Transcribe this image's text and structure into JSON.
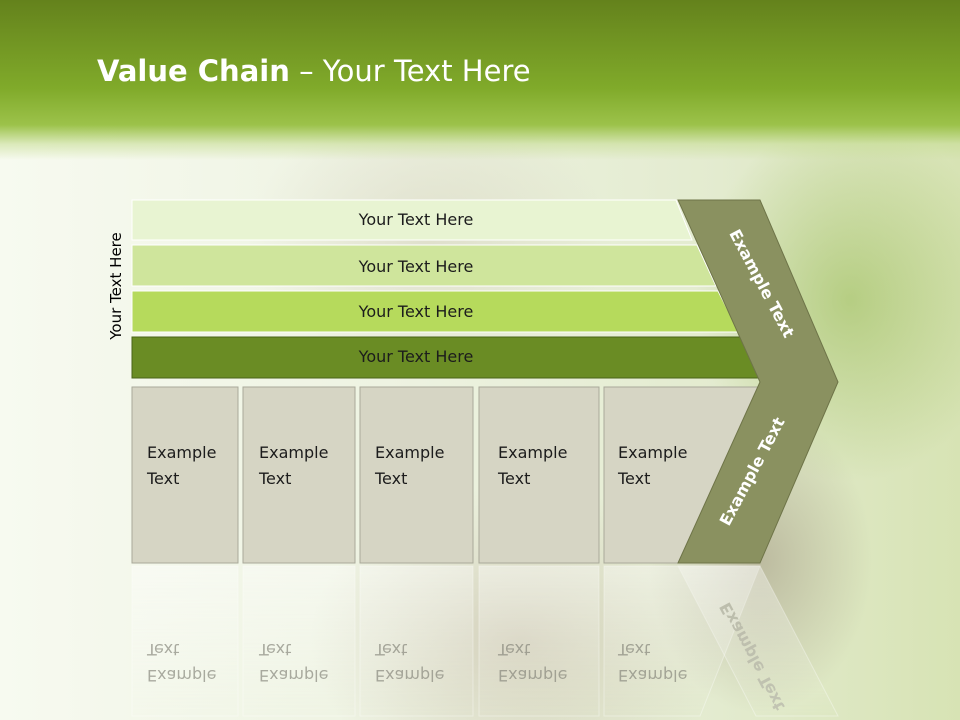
{
  "title": {
    "bold": "Value Chain",
    "rest": " – Your Text Here"
  },
  "side_label": "Your Text Here",
  "banners": [
    {
      "label": "Your Text Here",
      "fill": "#e8f4d2"
    },
    {
      "label": "Your Text Here",
      "fill": "#cfe59c"
    },
    {
      "label": "Your Text Here",
      "fill": "#b6da5c"
    },
    {
      "label": "Your Text Here",
      "fill": "#6a8c24"
    }
  ],
  "boxes": [
    {
      "line1": "Example",
      "line2": "Text"
    },
    {
      "line1": "Example",
      "line2": "Text"
    },
    {
      "line1": "Example",
      "line2": "Text"
    },
    {
      "line1": "Example",
      "line2": "Text"
    },
    {
      "line1": "Example",
      "line2": "Text"
    }
  ],
  "chevron": {
    "upper_label": "Example Text",
    "lower_label": "Example Text",
    "fill": "#8a9160"
  },
  "colors": {
    "header": "#7aa528",
    "box_fill": "#d6d5c4",
    "box_stroke": "#a9a99a"
  }
}
